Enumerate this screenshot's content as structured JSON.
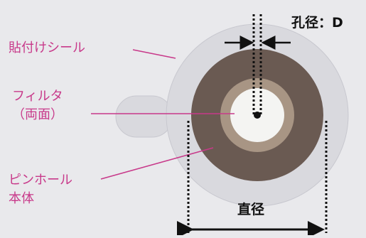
{
  "colors": {
    "background": "#e9e9ec",
    "sticker": "#d9d9de",
    "pinhole_body": "#6a5a52",
    "filter_ring": "#a89584",
    "filter": "#f4f4f2",
    "callout_text": "#c8398a",
    "callout_line": "#c8398a",
    "dimension": "#111111"
  },
  "labels": {
    "sticker": "貼付けシール",
    "filter_line1": "フィルタ",
    "filter_line2": "（両面）",
    "body_line1": "ピンホール",
    "body_line2": "本体",
    "hole_diameter": "孔径：D",
    "diameter": "直径"
  }
}
